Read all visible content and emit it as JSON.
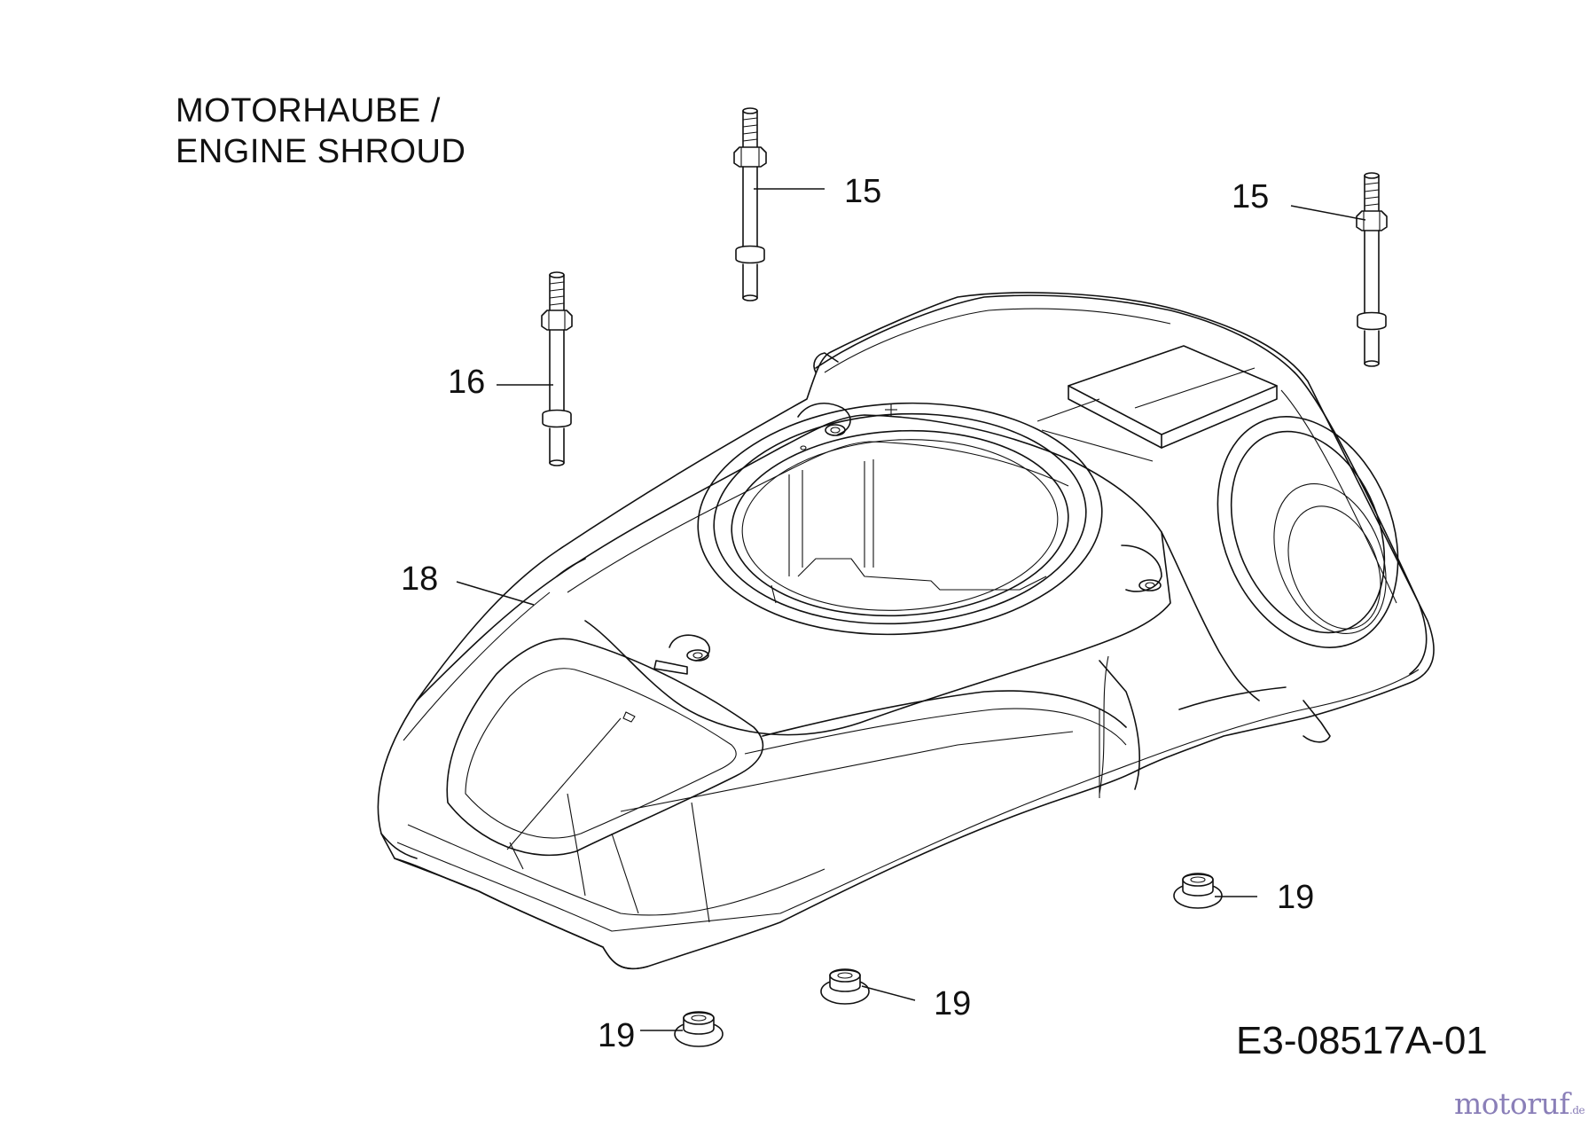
{
  "title": {
    "line1": "MOTORHAUBE /",
    "line2": "ENGINE SHROUD"
  },
  "callouts": [
    {
      "id": "15a",
      "label": "15"
    },
    {
      "id": "15b",
      "label": "15"
    },
    {
      "id": "16",
      "label": "16"
    },
    {
      "id": "18",
      "label": "18"
    },
    {
      "id": "19a",
      "label": "19"
    },
    {
      "id": "19b",
      "label": "19"
    },
    {
      "id": "19c",
      "label": "19"
    }
  ],
  "drawing_code": "E3-08517A-01",
  "watermark": {
    "name": "motoruf",
    "tld": ".de",
    "color": "#8a7fb8"
  }
}
